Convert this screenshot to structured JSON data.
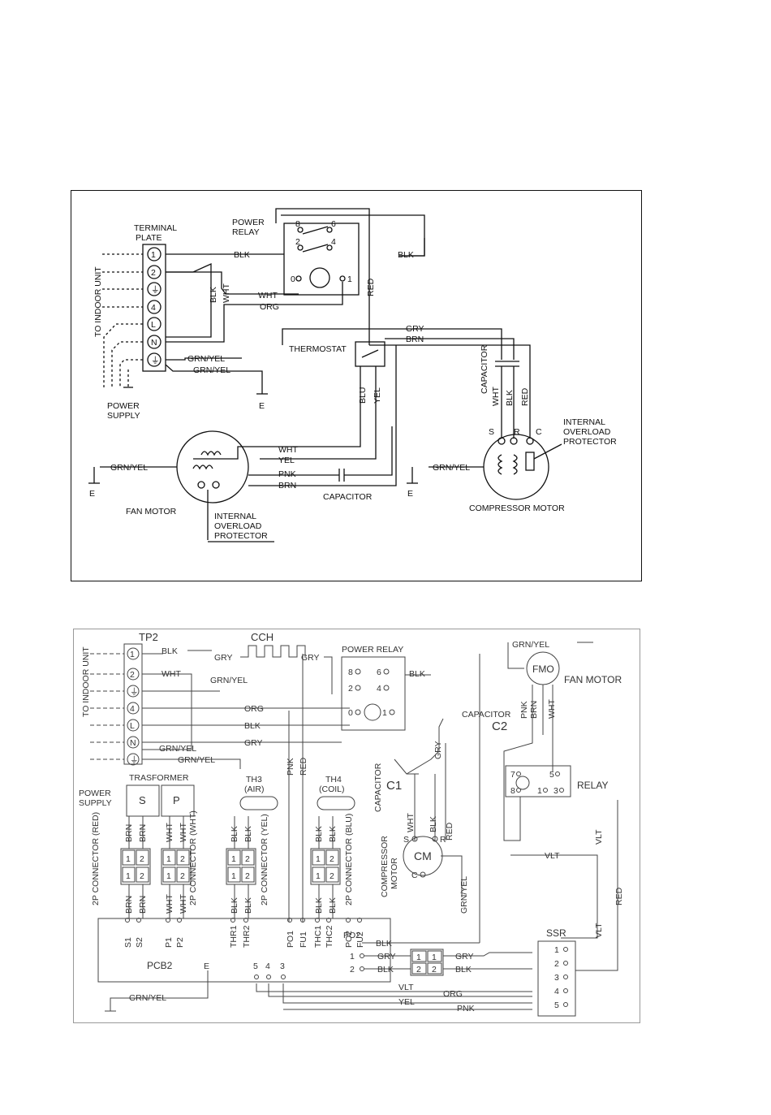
{
  "diagram1": {
    "terminal_plate": "TERMINAL PLATE",
    "terminal_plate_l1": "TERMINAL",
    "terminal_plate_l2": "PLATE",
    "terminals": [
      "1",
      "2",
      "⏚",
      "4",
      "L",
      "N",
      "⏚"
    ],
    "to_indoor_unit": "TO INDOOR UNIT",
    "power_supply_l1": "POWER",
    "power_supply_l2": "SUPPLY",
    "power_relay_l1": "POWER",
    "power_relay_l2": "RELAY",
    "relay_contacts": [
      "8",
      "6",
      "2",
      "4",
      "0",
      "1"
    ],
    "wires": {
      "blk": "BLK",
      "wht": "WHT",
      "org": "ORG",
      "red": "RED",
      "gry": "GRY",
      "brn": "BRN",
      "grn_yel": "GRN/YEL",
      "blu": "BLU",
      "yel": "YEL",
      "pnk": "PNK"
    },
    "thermostat": "THERMOSTAT",
    "capacitor": "CAPACITOR",
    "earth": "E",
    "fan_motor": "FAN MOTOR",
    "compressor_motor": "COMPRESSOR MOTOR",
    "internal_overload_l1": "INTERNAL",
    "internal_overload_l2": "OVERLOAD",
    "internal_overload_l3": "PROTECTOR",
    "comp_terminals": [
      "S",
      "R",
      "C"
    ]
  },
  "diagram2": {
    "tp2": "TP2",
    "cch": "CCH",
    "terminals": [
      "1",
      "2",
      "⏚",
      "4",
      "L",
      "N",
      "⏚"
    ],
    "to_indoor_unit": "TO INDOOR UNIT",
    "power_supply_l1": "POWER",
    "power_supply_l2": "SUPPLY",
    "power_relay": "POWER RELAY",
    "relay_contacts": [
      "8",
      "6",
      "2",
      "4",
      "0",
      "1"
    ],
    "trasformer": "TRASFORMER",
    "transformer_s": "S",
    "transformer_p": "P",
    "fan_motor": "FAN MOTOR",
    "fmo": "FMO",
    "capacitor": "CAPACITOR",
    "c2": "C2",
    "c1": "C1",
    "relay": "RELAY",
    "relay_pins": [
      "7",
      "8",
      "5",
      "1",
      "3"
    ],
    "th3_l1": "TH3",
    "th3_l2": "(AIR)",
    "th4_l1": "TH4",
    "th4_l2": "(COIL)",
    "cm": "CM",
    "compressor_motor_l1": "COMPRESSOR",
    "compressor_motor_l2": "MOTOR",
    "cm_pins": [
      "S",
      "R",
      "C"
    ],
    "conn_red": "2P CONNECTOR (RED)",
    "conn_wht": "2P CONNECTOR (WHT)",
    "conn_yel": "2P CONNECTOR (YEL)",
    "conn_blu": "2P CONNECTOR (BLU)",
    "pcb2": "PCB2",
    "pcb_e": "E",
    "pins_pcb": [
      "S1",
      "S2",
      "P1",
      "P2",
      "THR1",
      "THR2",
      "PO1",
      "FU1",
      "THC1",
      "THC2",
      "PO2",
      "FU2"
    ],
    "pcb_bottom": [
      "5",
      "4",
      "3"
    ],
    "po2_pins": [
      "1",
      "2"
    ],
    "ssr": "SSR",
    "ssr_pins": [
      "1",
      "2",
      "3",
      "4",
      "5"
    ],
    "wires": {
      "blk": "BLK",
      "wht": "WHT",
      "gry": "GRY",
      "grn_yel": "GRN/YEL",
      "org": "ORG",
      "brn": "BRN",
      "pnk": "PNK",
      "red": "RED",
      "vlt": "VLT",
      "yel": "YEL"
    },
    "conn_pins": [
      "1",
      "2"
    ]
  }
}
